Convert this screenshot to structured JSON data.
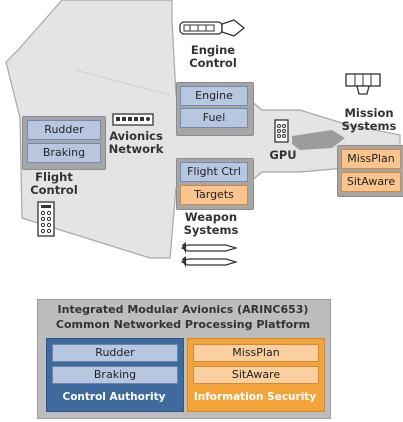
{
  "aircraft": {
    "engine_control": "Engine\nControl",
    "avionics_network": "Avionics\nNetwork",
    "flight_control": "Flight\nControl",
    "weapon_systems": "Weapon\nSystems",
    "mission_systems": "Mission\nSystems",
    "gpu": "GPU",
    "boxes": {
      "rudder": "Rudder",
      "braking": "Braking",
      "engine": "Engine",
      "fuel": "Fuel",
      "flight_ctrl": "Flight Ctrl",
      "targets": "Targets",
      "missplan": "MissPlan",
      "sitaware": "SitAware"
    }
  },
  "platform": {
    "title_line1": "Integrated Modular Avionics (ARINC653)",
    "title_line2": "Common Networked Processing Platform",
    "left": {
      "items": [
        "Rudder",
        "Braking"
      ],
      "footer": "Control Authority"
    },
    "right": {
      "items": [
        "MissPlan",
        "SitAware"
      ],
      "footer": "Information Security"
    }
  },
  "colors": {
    "blue_box": "#b8c7e0",
    "orange_box": "#f9c48e",
    "control_authority": "#3e6a9e",
    "information_security": "#f2a43a"
  }
}
